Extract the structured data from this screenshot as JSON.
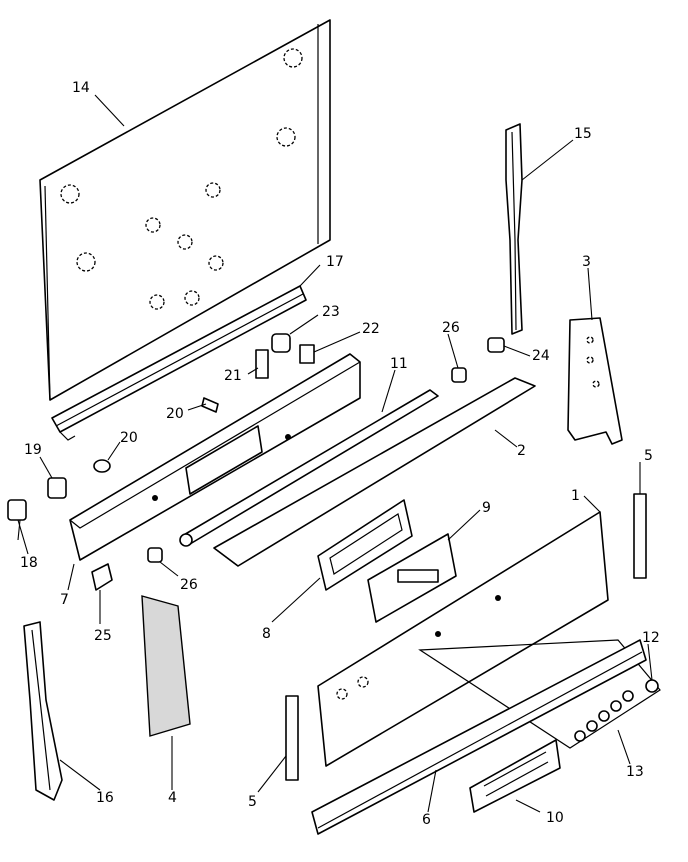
{
  "callouts": {
    "c1": "1",
    "c2": "2",
    "c3": "3",
    "c4": "4",
    "c5a": "5",
    "c5b": "5",
    "c6": "6",
    "c7": "7",
    "c8": "8",
    "c9": "9",
    "c10": "10",
    "c11": "11",
    "c12": "12",
    "c13": "13",
    "c14": "14",
    "c15": "15",
    "c16": "16",
    "c17": "17",
    "c18": "18",
    "c19": "19",
    "c20a": "20",
    "c20b": "20",
    "c21": "21",
    "c22": "22",
    "c23": "23",
    "c24": "24",
    "c25": "25",
    "c26a": "26",
    "c26b": "26"
  }
}
